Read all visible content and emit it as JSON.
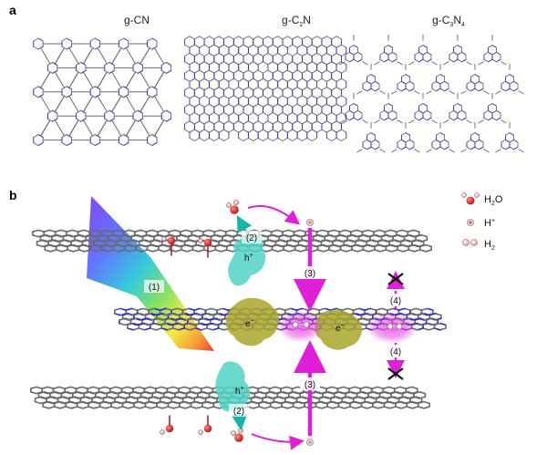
{
  "panel_a": {
    "letter": "a",
    "structures": [
      {
        "name": "g-CN",
        "base": "g-CN",
        "sub": "",
        "base2": "",
        "sub2": ""
      },
      {
        "name": "g-C2N",
        "base": "g-C",
        "sub": "2",
        "base2": "N",
        "sub2": ""
      },
      {
        "name": "g-C3N4",
        "base": "g-C",
        "sub": "3",
        "base2": "N",
        "sub2": "4"
      }
    ]
  },
  "panel_b": {
    "letter": "b",
    "legend": [
      {
        "symbol": "water",
        "base": "H",
        "sub": "2",
        "tail": "O"
      },
      {
        "symbol": "proton",
        "base": "H",
        "sup": "+",
        "tail": ""
      },
      {
        "symbol": "hydrogen",
        "base": "H",
        "sub": "2",
        "tail": ""
      }
    ],
    "labels": {
      "step1": "(1)",
      "step2_top": "(2)",
      "step2_bottom": "(2)",
      "step3_top": "(3)",
      "step3_bottom": "(3)",
      "step4_top": "(4)",
      "step4_bottom": "(4)",
      "hole": "h",
      "hole_sup": "+",
      "electron": "e",
      "electron_sup": "−"
    },
    "colors": {
      "graphene": "#6b6b6b",
      "nitrogen": "#2b2bd6",
      "arrow_magenta": "#e020d8",
      "arrow_teal": "#19b3a8",
      "hole_blob": "#4fd3c4",
      "electron_blob": "#a8a62a",
      "oxygen": "#cc2222"
    }
  }
}
